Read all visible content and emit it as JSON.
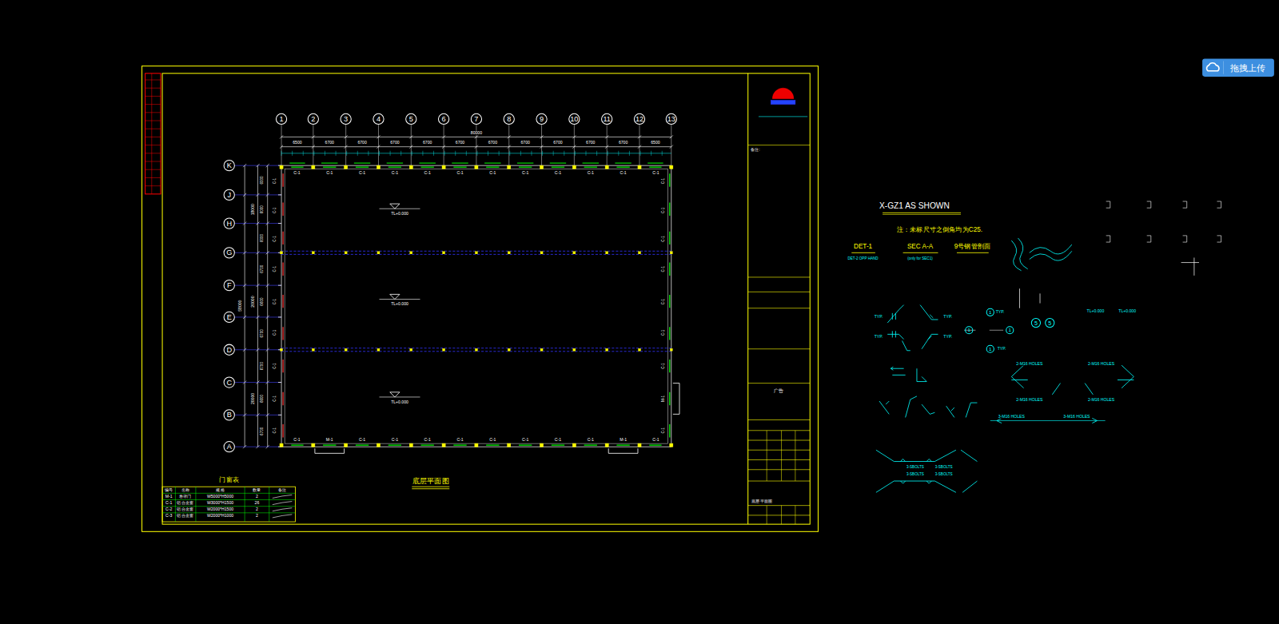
{
  "diagram": {
    "nodes": [
      {
        "text": [
          "1"
        ]
      },
      {
        "text": [
          "2"
        ]
      },
      {
        "text": [
          "3"
        ]
      },
      {
        "text": [
          "4"
        ]
      },
      {
        "text": [
          "5"
        ]
      },
      {
        "text": [
          "6"
        ]
      },
      {
        "text": [
          "7"
        ]
      },
      {
        "text": [
          "8"
        ]
      },
      {
        "text": [
          "9"
        ]
      },
      {
        "text": [
          "10"
        ]
      },
      {
        "text": [
          "11"
        ]
      },
      {
        "text": [
          "12"
        ]
      },
      {
        "text": [
          "13"
        ]
      },
      {
        "text": [
          "K"
        ]
      },
      {
        "text": [
          "J"
        ]
      },
      {
        "text": [
          "H"
        ]
      },
      {
        "text": [
          "G"
        ]
      },
      {
        "text": [
          "F"
        ]
      },
      {
        "text": [
          "E"
        ]
      },
      {
        "text": [
          "D"
        ]
      },
      {
        "text": [
          "C"
        ]
      },
      {
        "text": [
          "B"
        ]
      },
      {
        "text": [
          "A"
        ]
      },
      {
        "text": [
          "5"
        ]
      },
      {
        "text": [
          "5"
        ]
      },
      {
        "text": [
          "1"
        ]
      },
      {
        "text": [
          "1"
        ]
      },
      {
        "text": [
          "1"
        ]
      },
      {
        "text": [
          "1"
        ]
      },
      {
        "text": [
          "拖拽上传"
        ]
      }
    ],
    "labels": [
      "80000",
      "6500",
      "6700",
      "6700",
      "6700",
      "6700",
      "6700",
      "6700",
      "6700",
      "6700",
      "6700",
      "6700",
      "6500",
      "58000",
      "18000",
      "20000",
      "20000",
      "6000",
      "6000",
      "6000",
      "6700",
      "6600",
      "6700",
      "6700",
      "6600",
      "6700",
      "C-1",
      "C-1",
      "C-1",
      "C-1",
      "C-1",
      "C-1",
      "C-1",
      "C-1",
      "C-1",
      "C-1",
      "C-1",
      "C-1",
      "C-1",
      "M-1",
      "C-1",
      "C-1",
      "C-1",
      "C-1",
      "C-1",
      "C-1",
      "C-1",
      "C-1",
      "M-1",
      "C-1",
      "C-1",
      "C-1",
      "C-1",
      "C-1",
      "C-1",
      "C-1",
      "C-1",
      "C-1",
      "C-1",
      "C-1",
      "C-1",
      "C-1",
      "C-1",
      "C-1",
      "C-1",
      "C-1",
      "M-1",
      "C-1",
      "TL+0.000",
      "TL+0.000",
      "TL+0.000",
      "底层平面图",
      "门窗表",
      "编号",
      "名称",
      "规格",
      "数量",
      "备注",
      "M-1",
      "卷帘门",
      "W5000*H5000",
      "2",
      "C-1",
      "铝合金窗",
      "W3000*H1500",
      "26",
      "C-2",
      "铝合金窗",
      "W2000*H1500",
      "2",
      "C-3",
      "铝合金窗",
      "W2000*H1000",
      "2",
      "备注:",
      "广告",
      "底层平面图",
      "X-GZ1 AS SHOWN",
      "注：未标尺寸之倒角均为C25.",
      "DET-1",
      "SEC A-A",
      "9号钢管剖面",
      "DET-2 OPP HAND",
      "(only for SEC1)",
      "TYP.",
      "TYP.",
      "TYP.",
      "TYP.",
      "TYP.",
      "TYP.",
      "TL+0.000",
      "TL+0.000",
      "2-M16 HOLES",
      "2-M16 HOLES",
      "2-M16 HOLES",
      "2-M16 HOLES",
      "3-M16 HOLES",
      "3-M16 HOLES",
      "3-SBOLTS",
      "3-SBOLTS",
      "3-SBOLTS",
      "3-SBOLTS"
    ]
  }
}
